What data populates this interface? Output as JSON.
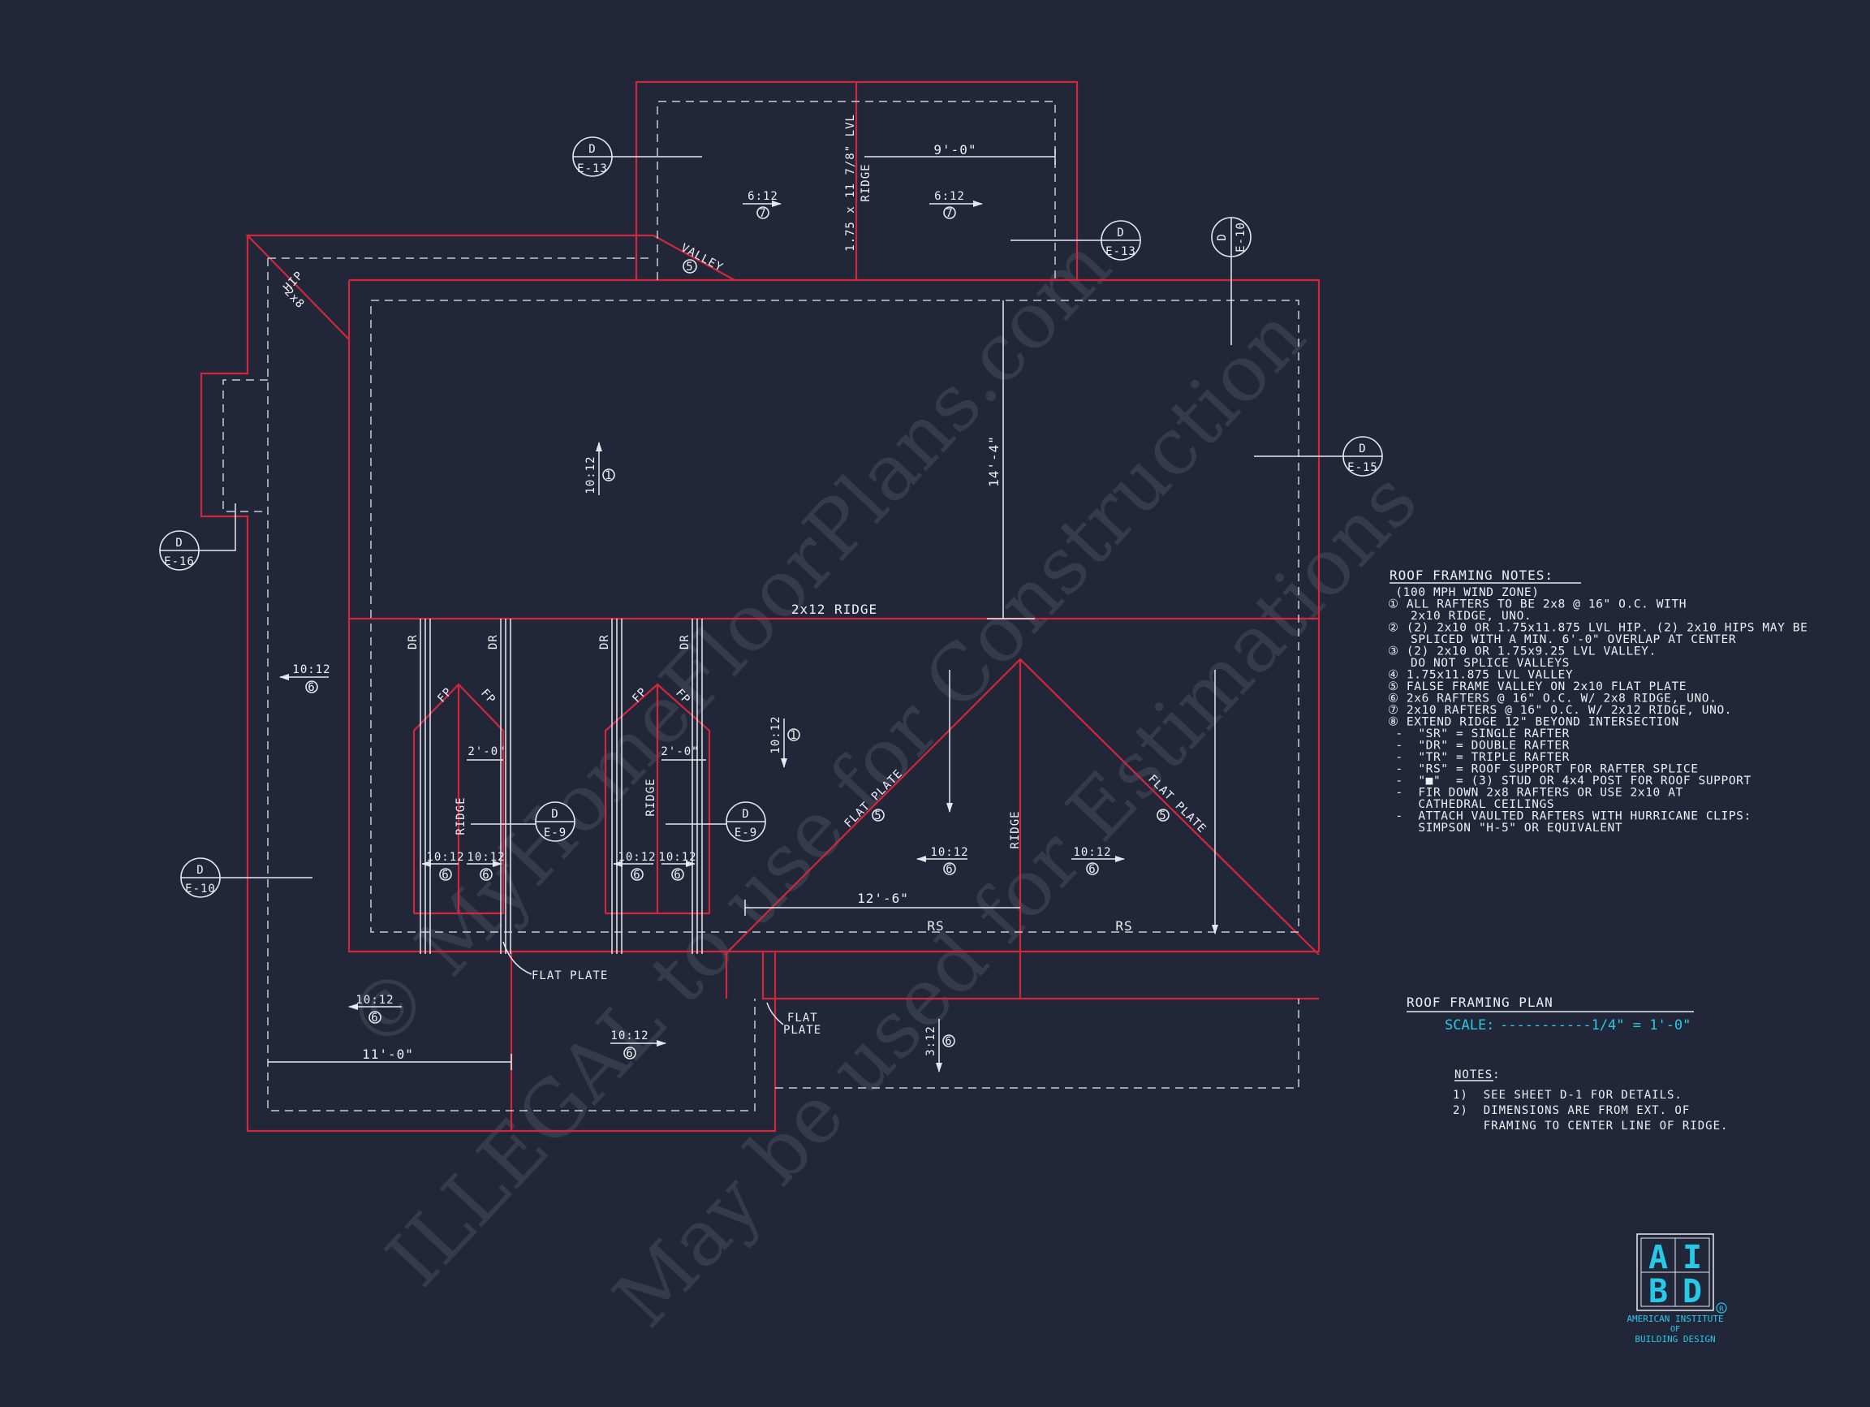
{
  "labels": {
    "ridge_main": "2x12 RIDGE",
    "lvl_ridge": "1.75 x 11 7/8\" LVL",
    "ridge": "RIDGE",
    "valley": "VALLEY",
    "hip": "HIP",
    "hip_size": "2x8",
    "dr": "DR",
    "fp": "FP",
    "rs": "RS",
    "flat_plate": "FLAT PLATE",
    "flat": "FLAT",
    "plate": "PLATE"
  },
  "dims": {
    "d_9_0": "9'-0\"",
    "d_14_4": "14'-4\"",
    "d_2_0": "2'-0\"",
    "d_12_6": "12'-6\"",
    "d_11_0": "11'-0\""
  },
  "pitches": {
    "p_6_12": "6:12",
    "p_10_12": "10:12",
    "p_3_12": "3:12"
  },
  "keys": {
    "k1": "1",
    "k5": "5",
    "k6": "6",
    "k7": "7"
  },
  "sections": {
    "d": "D",
    "e13": "E-13",
    "e10": "E-10",
    "e15": "E-15",
    "e16": "E-16",
    "e9": "E-9"
  },
  "notes": {
    "title": "ROOF FRAMING NOTES:",
    "lines": [
      " (100 MPH WIND ZONE)",
      "① ALL RAFTERS TO BE 2x8 @ 16\" O.C. WITH",
      "   2x10 RIDGE, UNO.",
      "② (2) 2x10 OR 1.75x11.875 LVL HIP. (2) 2x10 HIPS MAY BE",
      "   SPLICED WITH A MIN. 6'-0\" OVERLAP AT CENTER",
      "③ (2) 2x10 OR 1.75x9.25 LVL VALLEY.",
      "   DO NOT SPLICE VALLEYS",
      "④ 1.75x11.875 LVL VALLEY",
      "⑤ FALSE FRAME VALLEY ON 2x10 FLAT PLATE",
      "⑥ 2x6 RAFTERS @ 16\" O.C. W/ 2x8 RIDGE, UNO.",
      "⑦ 2x10 RAFTERS @ 16\" O.C. W/ 2x12 RIDGE, UNO.",
      "⑧ EXTEND RIDGE 12\" BEYOND INTERSECTION",
      " -  \"SR\" = SINGLE RAFTER",
      " -  \"DR\" = DOUBLE RAFTER",
      " -  \"TR\" = TRIPLE RAFTER",
      " -  \"RS\" = ROOF SUPPORT FOR RAFTER SPLICE",
      " -  \"■\"  = (3) STUD OR 4x4 POST FOR ROOF SUPPORT",
      " -  FIR DOWN 2x8 RAFTERS OR USE 2x10 AT",
      "    CATHEDRAL CEILINGS",
      " -  ATTACH VAULTED RAFTERS WITH HURRICANE CLIPS:",
      "    SIMPSON \"H-5\" OR EQUIVALENT"
    ]
  },
  "plan_title": {
    "title": "ROOF FRAMING PLAN",
    "scale_label": "SCALE:",
    "scale_value": "-----------1/4\" = 1'-0\""
  },
  "general_notes": {
    "title": "NOTES:",
    "lines": [
      "1)  SEE SHEET D-1 FOR DETAILS.",
      "2)  DIMENSIONS ARE FROM EXT. OF",
      "    FRAMING TO CENTER LINE OF RIDGE."
    ]
  },
  "logo": {
    "l1": "A",
    "l2": "I",
    "l3": "B",
    "l4": "D",
    "reg": "R",
    "line1": "AMERICAN INSTITUTE",
    "line2": "OF",
    "line3": "BUILDING DESIGN"
  },
  "watermark": {
    "line1": "© MyHomeFloorPlans.com",
    "line2": "ILLEGAL to use for Construction",
    "line3": "May be used for Estimations"
  },
  "colors": {
    "background": "#222639",
    "roof_outline": "#d0283a",
    "linework": "#e6e8ef",
    "accent": "#27c8e8"
  }
}
